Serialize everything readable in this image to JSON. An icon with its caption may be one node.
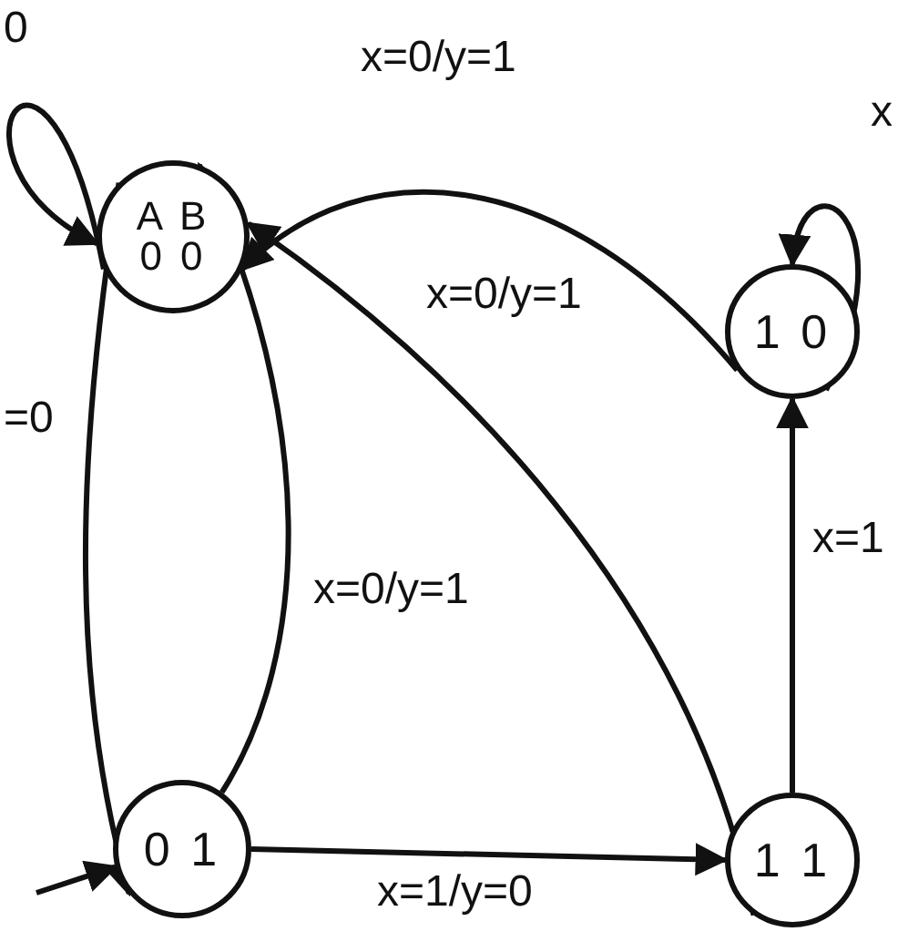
{
  "diagram": {
    "nodes": [
      {
        "text": [
          "A B",
          "0 0"
        ]
      },
      {
        "text": [
          "1 0"
        ]
      },
      {
        "text": [
          "0 1"
        ]
      },
      {
        "text": [
          "1 1"
        ]
      }
    ],
    "edges": [
      {
        "from": 0,
        "to": 0,
        "arrow": "to",
        "label": "0"
      },
      {
        "from": 1,
        "to": 0,
        "arrow": "to",
        "label": "x=0/y=1"
      },
      {
        "from": 3,
        "to": 0,
        "arrow": "to",
        "label": "x=0/y=1"
      },
      {
        "from": 0,
        "to": 2,
        "arrow": "to",
        "label": "=0"
      },
      {
        "from": 2,
        "to": 0,
        "arrow": "to",
        "label": "x=0/y=1"
      },
      {
        "from": 2,
        "to": 3,
        "arrow": "to",
        "label": "x=1/y=0"
      },
      {
        "from": 3,
        "to": 1,
        "arrow": "to",
        "label": "x=1"
      },
      {
        "from": 1,
        "to": 1,
        "arrow": "to",
        "label": "x"
      },
      {
        "from": null,
        "to": 2,
        "arrow": "to"
      }
    ]
  }
}
